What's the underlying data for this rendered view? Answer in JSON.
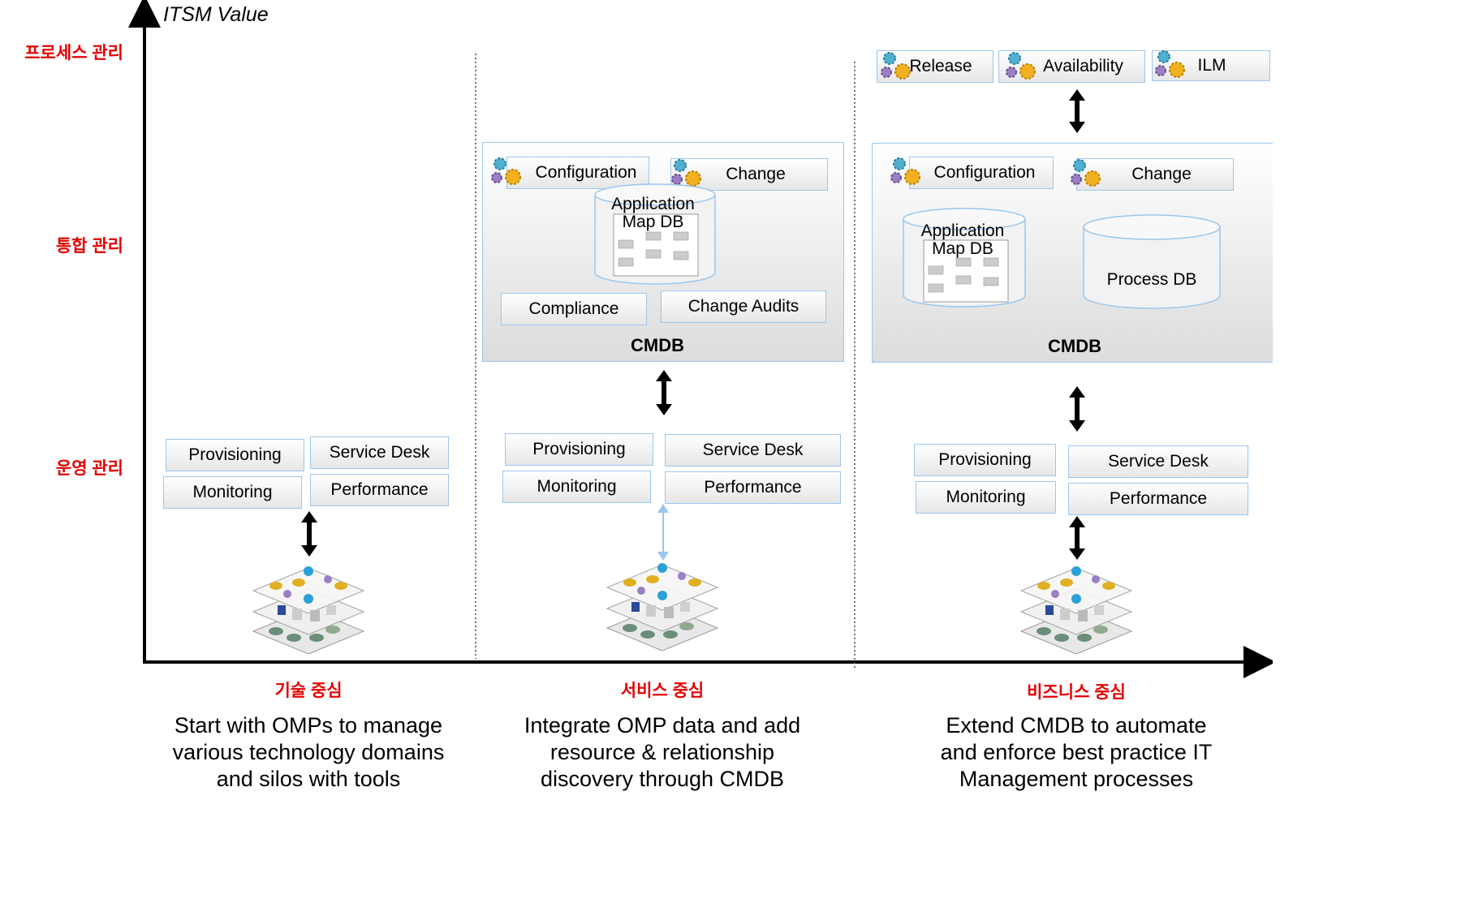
{
  "y_axis": {
    "title": "ITSM Value",
    "levels": [
      "프로세스 관리",
      "통합 관리",
      "운영 관리"
    ]
  },
  "x_axis": {
    "categories": [
      "기술 중심",
      "서비스 중심",
      "비즈니스 중심"
    ]
  },
  "column1": {
    "ops": [
      "Provisioning",
      "Service Desk",
      "Monitoring",
      "Performance"
    ],
    "description": [
      "Start with OMPs to manage",
      "various technology domains",
      "and silos with tools"
    ]
  },
  "column2": {
    "processes": [
      "Configuration",
      "Change"
    ],
    "db": [
      "Application",
      "Map DB"
    ],
    "functions": [
      "Compliance",
      "Change Audits"
    ],
    "cmdb": "CMDB",
    "ops": [
      "Provisioning",
      "Service Desk",
      "Monitoring",
      "Performance"
    ],
    "description": [
      "Integrate OMP data and add",
      "resource & relationship",
      "discovery through CMDB"
    ]
  },
  "column3": {
    "top_processes": [
      "Release",
      "Availability",
      "ILM"
    ],
    "processes": [
      "Configuration",
      "Change"
    ],
    "db": [
      "Application",
      "Map DB"
    ],
    "process_db": "Process DB",
    "cmdb": "CMDB",
    "ops": [
      "Provisioning",
      "Service Desk",
      "Monitoring",
      "Performance"
    ],
    "description": [
      "Extend CMDB to automate",
      "and enforce best practice IT",
      "Management processes"
    ]
  },
  "colors": {
    "accent_red": "#e60000",
    "box_border": "#9cc6ee",
    "light_arrow": "#9cc6ee"
  }
}
